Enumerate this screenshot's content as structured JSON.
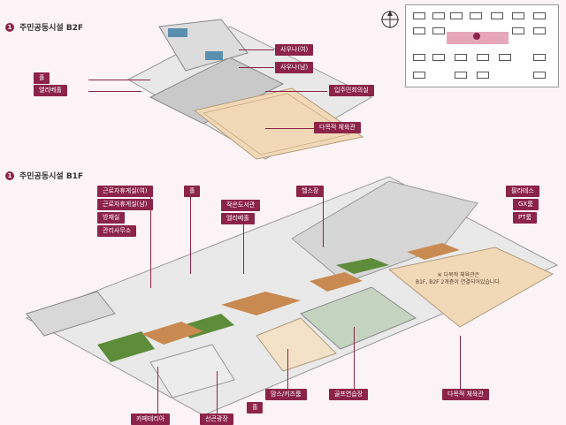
{
  "sections": {
    "b2f": {
      "number": "1",
      "title": "주민공동시설 B2F"
    },
    "b1f": {
      "number": "1",
      "title": "주민공동시설 B1F"
    }
  },
  "b2f_labels": {
    "sauna_female": "사우나(여)",
    "sauna_male": "사우나(남)",
    "hall": "홀",
    "elevator_hall": "엘리베홀",
    "resident_meeting": "입주민회의실",
    "multipurpose_gym": "다목적 체육관"
  },
  "b1f_labels": {
    "study_female": "근로자휴게실(여)",
    "study_male": "근로자휴게실(남)",
    "nursery": "방재실",
    "management_office": "관리사무소",
    "hall": "홀",
    "small_library": "작은도서관",
    "elevator_hall": "엘리베홀",
    "fitness": "헬스장",
    "pilates": "필라테스",
    "gx_room": "GX룸",
    "pt_room": "PT룸",
    "gym_note": "※ 다목적 체육관은\nB1F, B2F 2개층이 연결되어있습니다.",
    "multipurpose_gym": "다목적 체육관",
    "cafeteria": "카페테리아",
    "sunken_plaza": "선큰광장",
    "hall_bottom": "홀",
    "kids_room": "맘스/키즈룸",
    "golf_practice": "골프연습장"
  },
  "colors": {
    "accent": "#8c2348",
    "floor": "#f2dfc4",
    "wall": "#d8d8d8",
    "green": "#5d8c3a"
  },
  "icons": {
    "compass": "north-arrow-icon",
    "key_marker": "location-marker-icon"
  }
}
